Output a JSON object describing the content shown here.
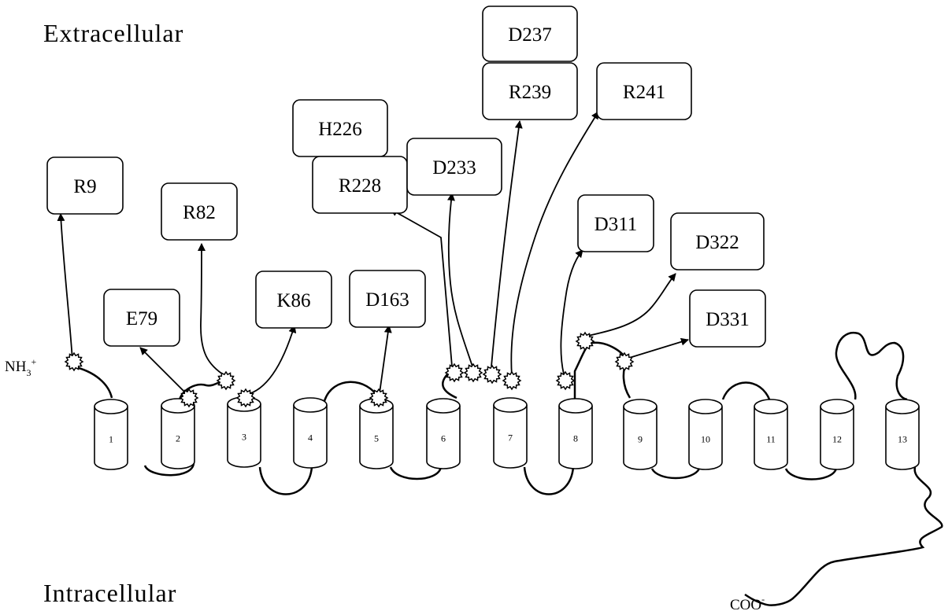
{
  "regions": {
    "extracellular": "Extracellular",
    "intracellular": "Intracellular"
  },
  "termini": {
    "n_terminus": "NH",
    "n_sub": "3",
    "n_sup": "+",
    "c_terminus": "COO",
    "c_sup": "-"
  },
  "helices": [
    "1",
    "2",
    "3",
    "4",
    "5",
    "6",
    "7",
    "8",
    "9",
    "10",
    "11",
    "12",
    "13"
  ],
  "residues": {
    "R9": "R9",
    "E79": "E79",
    "R82": "R82",
    "K86": "K86",
    "D163": "D163",
    "H226": "H226",
    "R228": "R228",
    "D233": "D233",
    "D237": "D237",
    "R239": "R239",
    "R241": "R241",
    "D311": "D311",
    "D322": "D322",
    "D331": "D331"
  },
  "colors": {
    "ink": "#000000",
    "background": "#ffffff"
  }
}
